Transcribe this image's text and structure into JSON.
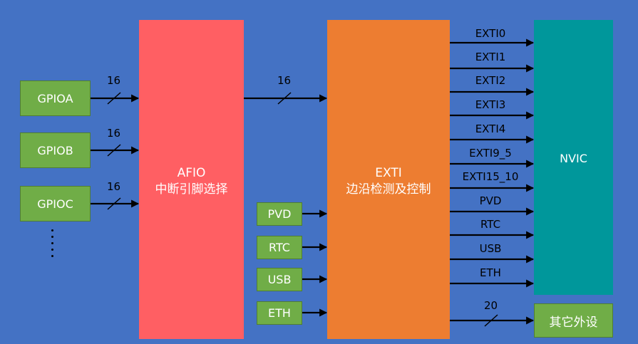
{
  "gpio": [
    {
      "label": "GPIOA",
      "bus_width": "16"
    },
    {
      "label": "GPIOB",
      "bus_width": "16"
    },
    {
      "label": "GPIOC",
      "bus_width": "16"
    }
  ],
  "afio": {
    "line1": "AFIO",
    "line2": "中断引脚选择",
    "bus_width": "16"
  },
  "extra_inputs": [
    "PVD",
    "RTC",
    "USB",
    "ETH"
  ],
  "exti": {
    "line1": "EXTI",
    "line2": "边沿检测及控制"
  },
  "exti_outputs": [
    "EXTI0",
    "EXTI1",
    "EXTI2",
    "EXTI3",
    "EXTI4",
    "EXTI9_5",
    "EXTI15_10",
    "PVD",
    "RTC",
    "USB",
    "ETH"
  ],
  "nvic": {
    "label": "NVIC"
  },
  "other": {
    "label": "其它外设",
    "bus_width": "20"
  }
}
